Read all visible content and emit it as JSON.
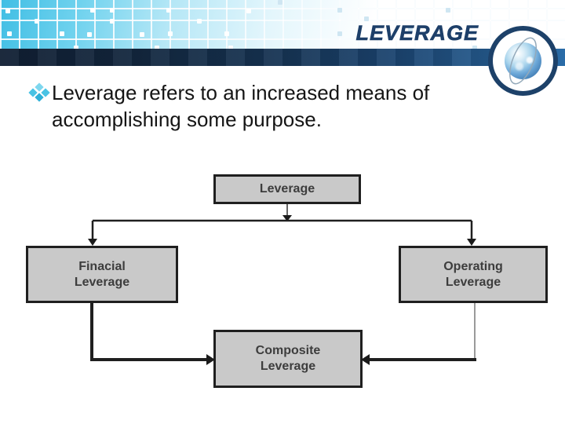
{
  "slide": {
    "title": "LEVERAGE",
    "bullet": {
      "text": "Leverage refers to an increased means of accomplishing some purpose."
    }
  },
  "diagram": {
    "top": {
      "label": "Leverage"
    },
    "left": {
      "label": "Finacial\nLeverage"
    },
    "right": {
      "label": "Operating\nLeverage"
    },
    "bottom": {
      "label": "Composite\nLeverage"
    }
  },
  "icons": {
    "globe": "globe-icon",
    "bullet": "diamond-bullet-icon"
  },
  "colors": {
    "title_navy": "#1d3f69",
    "banner_cyan": "#40bee4",
    "bar_navy_left": "#101f33",
    "bar_blue_right": "#2e75b6",
    "box_fill": "#c9c9c9",
    "box_border": "#1f1f1f",
    "box_text": "#3d3d3d",
    "bullet_cyan": "#49c3e4",
    "connector_dark": "#1f1f1f",
    "connector_gray": "#9a9a9a"
  }
}
